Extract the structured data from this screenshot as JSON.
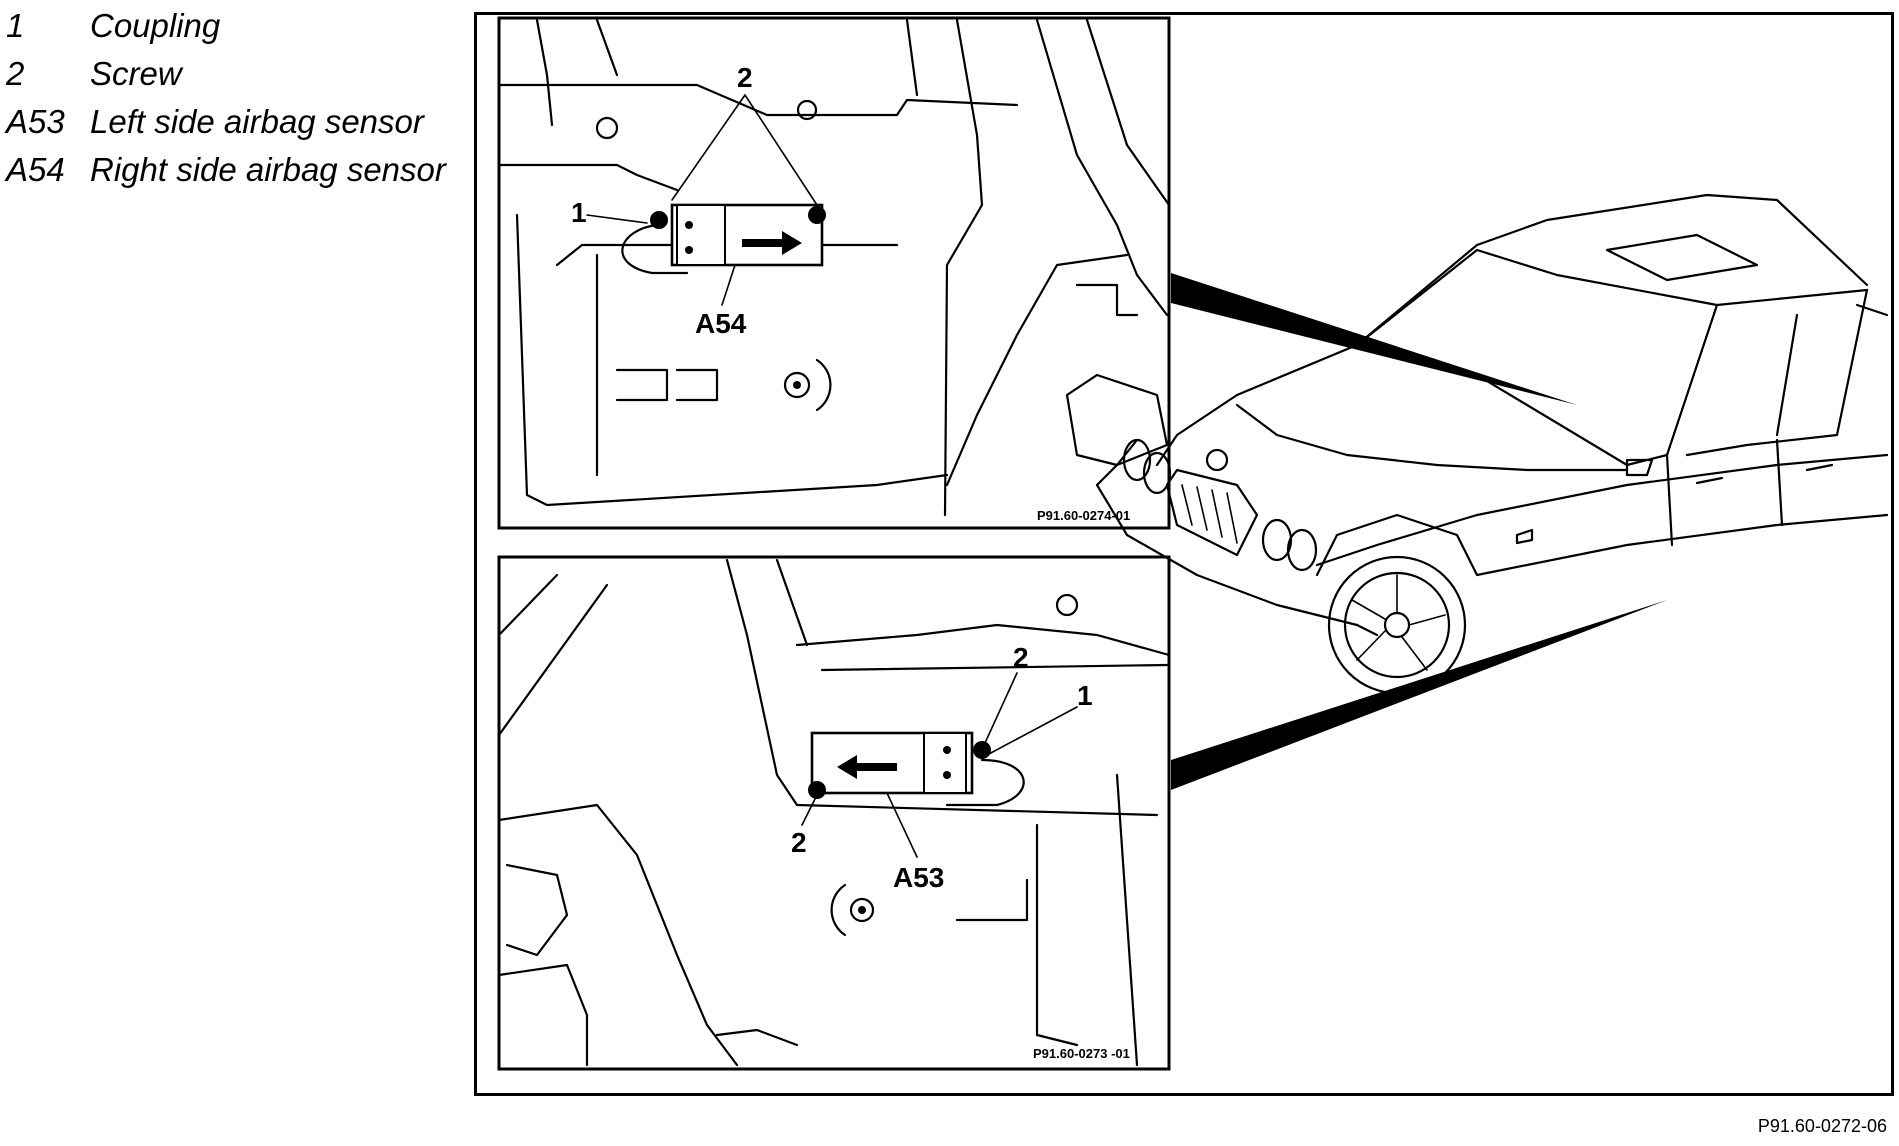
{
  "legend": [
    {
      "code": "1",
      "label": "Coupling"
    },
    {
      "code": "2",
      "label": "Screw"
    },
    {
      "code": "A53",
      "label": "Left side airbag sensor"
    },
    {
      "code": "A54",
      "label": "Right side airbag sensor"
    }
  ],
  "top_inset": {
    "ref_code": "P91.60-0274-01",
    "callout_screw": "2",
    "callout_coupling": "1",
    "callout_sensor": "A54"
  },
  "bottom_inset": {
    "ref_code": "P91.60-0273 -01",
    "callout_screw_top": "2",
    "callout_screw_bottom": "2",
    "callout_coupling": "1",
    "callout_sensor": "A53"
  },
  "figure_code": "P91.60-0272-06"
}
